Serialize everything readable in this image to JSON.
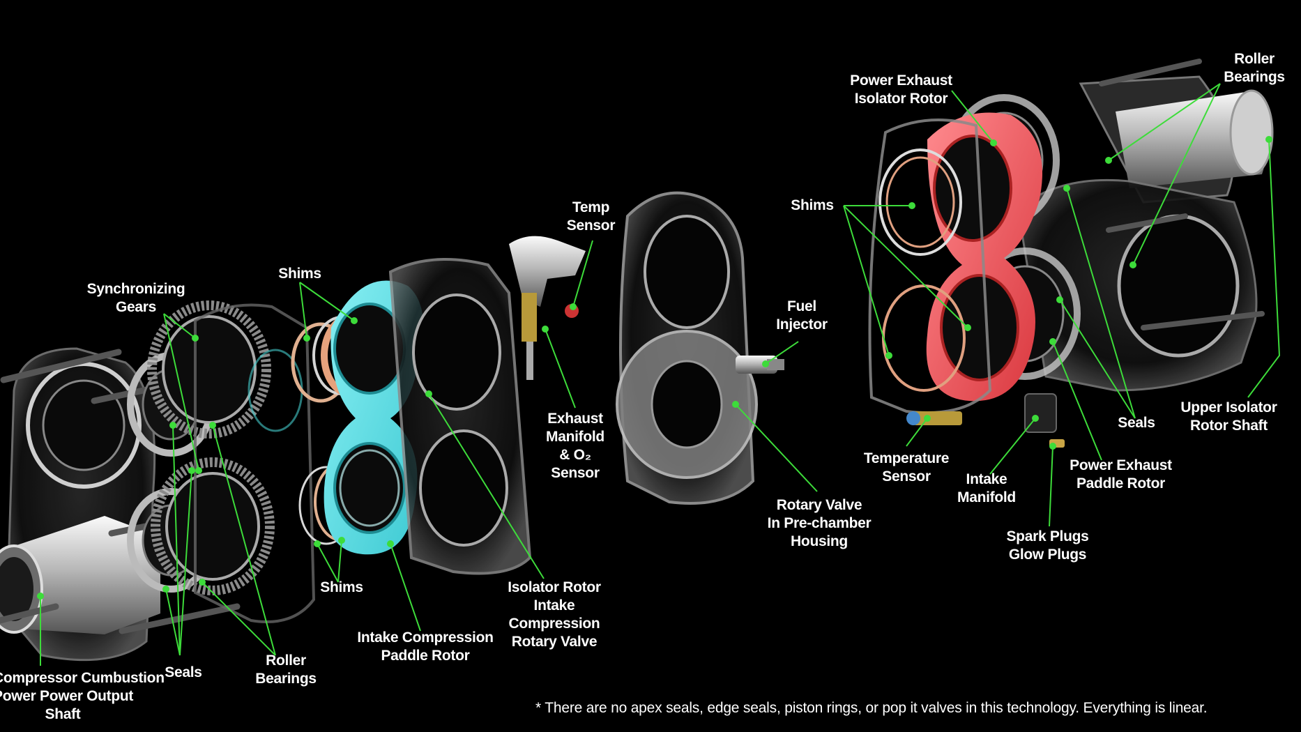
{
  "labels": {
    "compressor_shaft": [
      "Compressor Cumbustion",
      "Power Power Output",
      "Shaft"
    ],
    "seals_left": [
      "Seals"
    ],
    "roller_bearings_left": [
      "Roller",
      "Bearings"
    ],
    "synchronizing_gears": [
      "Synchronizing",
      "Gears"
    ],
    "shims_top": [
      "Shims"
    ],
    "shims_bottom": [
      "Shims"
    ],
    "intake_compression_paddle_rotor": [
      "Intake Compression",
      "Paddle Rotor"
    ],
    "isolator_rotor_intake": [
      "Isolator Rotor",
      "Intake",
      "Compression",
      "Rotary Valve"
    ],
    "temp_sensor": [
      "Temp",
      "Sensor"
    ],
    "exhaust_manifold": [
      "Exhaust",
      "Manifold",
      "& O₂",
      "Sensor"
    ],
    "fuel_injector": [
      "Fuel",
      "Injector"
    ],
    "rotary_valve_housing": [
      "Rotary Valve",
      "In Pre-chamber",
      "Housing"
    ],
    "shims_right": [
      "Shims"
    ],
    "power_exhaust_isolator_rotor": [
      "Power Exhaust",
      "Isolator Rotor"
    ],
    "roller_bearings_right": [
      "Roller",
      "Bearings"
    ],
    "temperature_sensor": [
      "Temperature",
      "Sensor"
    ],
    "intake_manifold": [
      "Intake",
      "Manifold"
    ],
    "spark_plugs": [
      "Spark Plugs",
      "Glow Plugs"
    ],
    "power_exhaust_paddle_rotor": [
      "Power Exhaust",
      "Paddle Rotor"
    ],
    "seals_right": [
      "Seals"
    ],
    "upper_isolator_rotor_shaft": [
      "Upper Isolator",
      "Rotor Shaft"
    ]
  },
  "footnote": "* There are no apex seals, edge seals, piston rings, or pop it valves in this technology. Everything is linear.",
  "colors": {
    "background": "#000000",
    "leader": "#3ddc3a",
    "cyan_rotor": "#5fe0e6",
    "red_rotor": "#f0545a",
    "text": "#ffffff"
  }
}
